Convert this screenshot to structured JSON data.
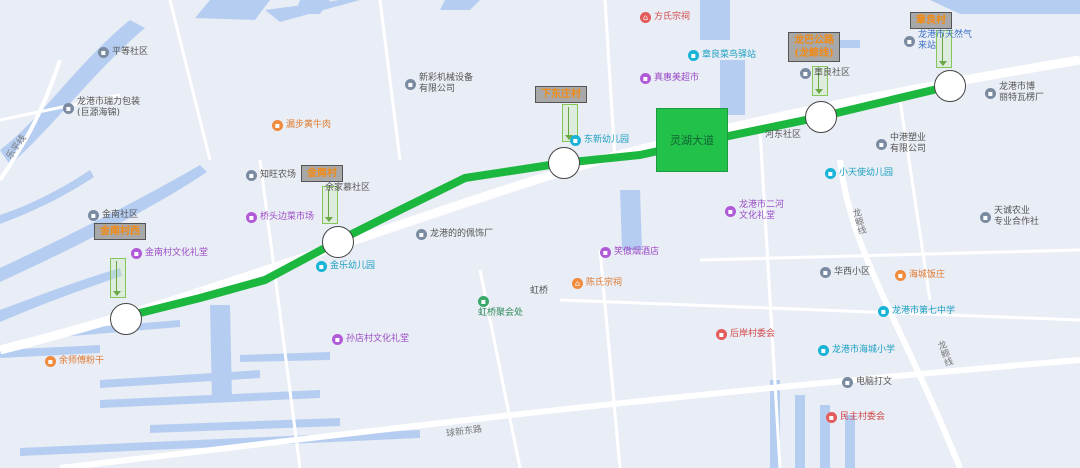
{
  "route": {
    "callout_label": "灵湖大道",
    "color": "#1bb73f"
  },
  "stations": [
    {
      "name": "金南村西"
    },
    {
      "name": "金南村"
    },
    {
      "name": "下东庄村"
    },
    {
      "name": "龙巴公路\n(龙鲸线)"
    },
    {
      "name": "章良村"
    }
  ],
  "pois": [
    {
      "text": "平等社区",
      "icon": "building-icon",
      "color": "gray"
    },
    {
      "text": "龙港市瑞力包装\n(巨源海锦)",
      "icon": "building-icon",
      "color": "gray"
    },
    {
      "text": "新彩机械设备\n有限公司",
      "icon": "building-icon",
      "color": "gray"
    },
    {
      "text": "方氏宗祠",
      "icon": "temple-icon",
      "color": "red"
    },
    {
      "text": "章良菜鸟驿站",
      "icon": "parcel-icon",
      "color": "cyan"
    },
    {
      "text": "真惠美超市",
      "icon": "shop-icon",
      "color": "purple"
    },
    {
      "text": "章良社区",
      "icon": "building-icon",
      "color": "gray"
    },
    {
      "text": "龙港市天然气\n来站",
      "icon": "building-icon",
      "color": "gray"
    },
    {
      "text": "龙港市博\n丽特瓦楞厂",
      "icon": "building-icon",
      "color": "gray"
    },
    {
      "text": "漏步黄牛肉",
      "icon": "food-icon",
      "color": "orange"
    },
    {
      "text": "知旺农场",
      "icon": "building-icon",
      "color": "gray"
    },
    {
      "text": "余家慕社区",
      "icon": "building-icon",
      "color": "gray"
    },
    {
      "text": "东新幼儿园",
      "icon": "school-icon",
      "color": "cyan"
    },
    {
      "text": "河东社区",
      "icon": "building-icon",
      "color": "gray"
    },
    {
      "text": "中港塑业\n有限公司",
      "icon": "building-icon",
      "color": "gray"
    },
    {
      "text": "小天使幼儿园",
      "icon": "school-icon",
      "color": "cyan"
    },
    {
      "text": "金南社区",
      "icon": "building-icon",
      "color": "gray"
    },
    {
      "text": "桥头边菜市场",
      "icon": "shop-icon",
      "color": "purple"
    },
    {
      "text": "龙港的的佩饰厂",
      "icon": "building-icon",
      "color": "gray"
    },
    {
      "text": "龙港市二河\n文化礼堂",
      "icon": "shop-icon",
      "color": "purple"
    },
    {
      "text": "天诚农业\n专业合作社",
      "icon": "building-icon",
      "color": "gray"
    },
    {
      "text": "金南村文化礼堂",
      "icon": "shop-icon",
      "color": "purple"
    },
    {
      "text": "金乐幼儿园",
      "icon": "school-icon",
      "color": "cyan"
    },
    {
      "text": "笑傲烟酒店",
      "icon": "shop-icon",
      "color": "purple"
    },
    {
      "text": "华西小区",
      "icon": "building-icon",
      "color": "gray"
    },
    {
      "text": "海城饭庄",
      "icon": "food-icon",
      "color": "orange"
    },
    {
      "text": "陈氏宗祠",
      "icon": "temple-icon",
      "color": "orange"
    },
    {
      "text": "虹桥",
      "icon": "",
      "color": "gray"
    },
    {
      "text": "虹桥聚会处",
      "icon": "church-icon",
      "color": "green"
    },
    {
      "text": "龙港市第七中学",
      "icon": "school-icon",
      "color": "cyan"
    },
    {
      "text": "孙店村文化礼堂",
      "icon": "shop-icon",
      "color": "purple"
    },
    {
      "text": "后岸村委会",
      "icon": "office-icon",
      "color": "red"
    },
    {
      "text": "龙港市海城小学",
      "icon": "school-icon",
      "color": "cyan"
    },
    {
      "text": "余师傅粉干",
      "icon": "food-icon",
      "color": "orange"
    },
    {
      "text": "电脑打文",
      "icon": "building-icon",
      "color": "gray"
    },
    {
      "text": "民主村委会",
      "icon": "office-icon",
      "color": "red"
    }
  ],
  "roads": [
    {
      "text": "乐平线"
    },
    {
      "text": "龙鲸线"
    },
    {
      "text": "龙鲸线"
    },
    {
      "text": "球新东路"
    }
  ]
}
